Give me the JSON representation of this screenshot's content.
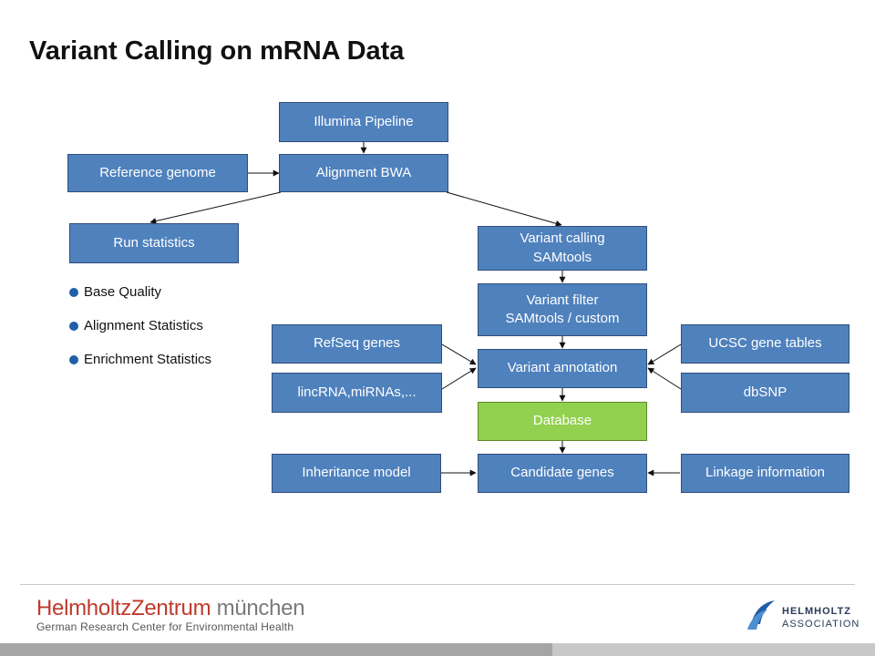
{
  "title": "Variant Calling on mRNA Data",
  "nodes": {
    "illumina": "Illumina Pipeline",
    "reference": "Reference genome",
    "alignment": "Alignment BWA",
    "run_stats": "Run statistics",
    "variant_calling": "Variant calling\nSAMtools",
    "variant_filter": "Variant filter\nSAMtools / custom",
    "refseq": "RefSeq genes",
    "ucsc": "UCSC gene tables",
    "annotation": "Variant annotation",
    "lincrna": "lincRNA,miRNAs,...",
    "dbsnp": "dbSNP",
    "database": "Database",
    "inheritance": "Inheritance model",
    "candidate": "Candidate genes",
    "linkage": "Linkage information"
  },
  "bullets": [
    "Base Quality",
    "Alignment Statistics",
    "Enrichment Statistics"
  ],
  "footer": {
    "org_name_part1": "HelmholtzZentrum",
    "org_name_part2": " münchen",
    "org_subtitle": "German Research Center for Environmental Health",
    "assoc_line1": "HELMHOLTZ",
    "assoc_line2": "ASSOCIATION"
  },
  "colors": {
    "box": "#4f81bd",
    "database": "#92d050",
    "logo_red": "#c0392b"
  }
}
